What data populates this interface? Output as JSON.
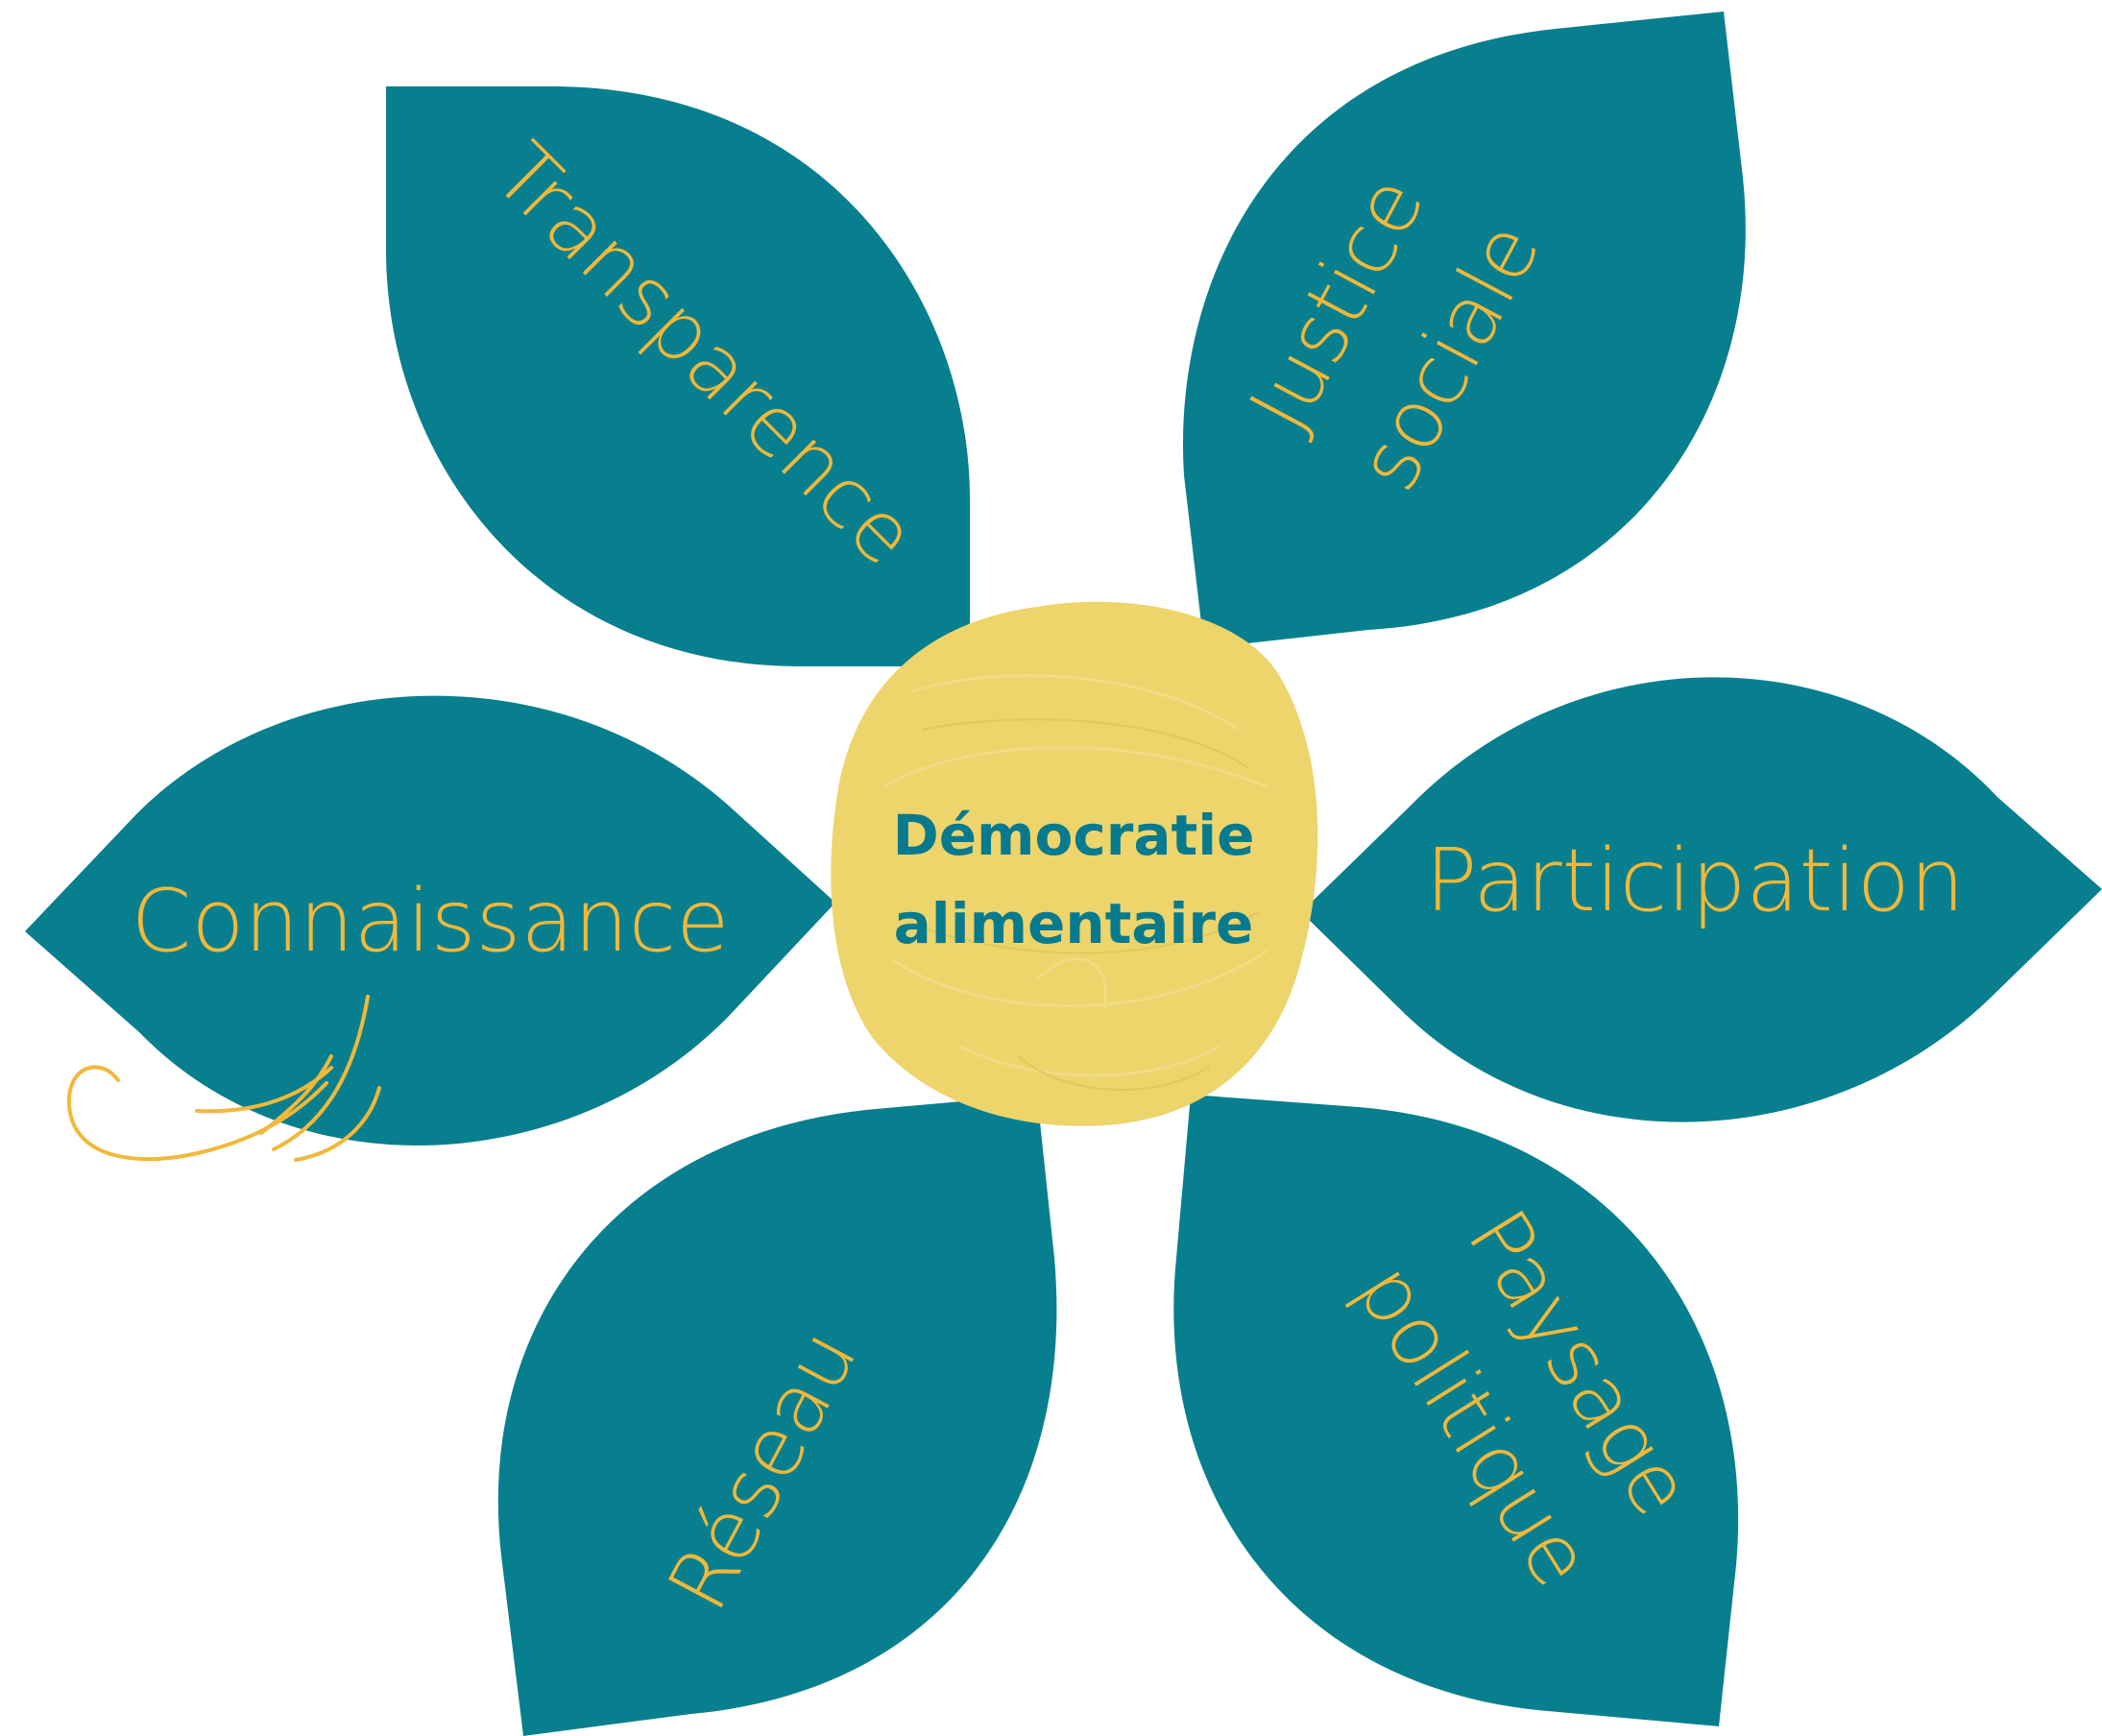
{
  "diagram": {
    "center": {
      "line1": "Démocratie",
      "line2": "alimentaire"
    },
    "petals": {
      "transparence": "Transparence",
      "justice_line1": "Justice",
      "justice_line2": "sociale",
      "connaissance": "Connaissance",
      "participation": "Participation",
      "reseau": "Réseau",
      "paysage_line1": "Paysage",
      "paysage_line2": "politique"
    },
    "colors": {
      "petal": "#087f8e",
      "center": "#edd46b",
      "petal_text": "#f1b83a",
      "center_text": "#087a8d"
    }
  }
}
